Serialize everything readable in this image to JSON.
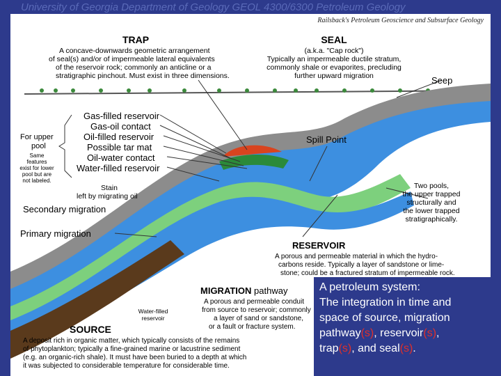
{
  "header": {
    "text": "University of Georgia Department of Geology GEOL 4300/6300 Petroleum Geology",
    "credit": "Railsback's Petroleum Geoscience and Subsurface Geology"
  },
  "labels": {
    "trap_title": "TRAP",
    "trap_desc_1": "A concave-downwards geometric arrangement",
    "trap_desc_2": "of seal(s) and/or of impermeable lateral equivalents",
    "trap_desc_3": "of the reservoir rock; commonly an anticline or a",
    "trap_desc_4": "stratigraphic pinchout. Must exist in three dimensions.",
    "seal_title": "SEAL",
    "seal_aka": "(a.k.a. \"Cap rock\")",
    "seal_desc_1": "Typically an impermeable ductile stratum,",
    "seal_desc_2": "commonly shale or evaporites, precluding",
    "seal_desc_3": "further upward migration",
    "seep": "Seep",
    "gas_filled": "Gas-filled reservoir",
    "gas_oil": "Gas-oil contact",
    "oil_filled": "Oil-filled reservoir",
    "tar_mat": "Possible tar mat",
    "oil_water": "Oil-water contact",
    "water_filled": "Water-filled reservoir",
    "upper_pool_1": "For upper",
    "upper_pool_2": "pool",
    "same_1": "Same",
    "same_2": "features",
    "same_3": "exist for lower",
    "same_4": "pool but are",
    "same_5": "not labeled.",
    "spill_point": "Spill Point",
    "stain_1": "Stain",
    "stain_2": "left by migrating oil",
    "secondary": "Secondary migration",
    "two_pools_1": "Two pools,",
    "two_pools_2": "the upper trapped",
    "two_pools_3": "structurally and",
    "two_pools_4": "the lower trapped",
    "two_pools_5": "stratigraphically.",
    "primary": "Primary migration",
    "reservoir_title": "RESERVOIR",
    "reservoir_desc_1": "A porous and permeable material in which the hydro-",
    "reservoir_desc_2": "carbons reside. Typically a layer of sandstone or lime-",
    "reservoir_desc_3": "stone; could be a fractured stratum of impermeable rock.",
    "migration_title": "MIGRATION",
    "migration_title_2": " pathway",
    "migration_desc_1": "A porous and permeable conduit",
    "migration_desc_2": "from source to reservoir; commonly",
    "migration_desc_3": "a layer of sand or sandstone,",
    "migration_desc_4": "or a fault or fracture system.",
    "water_res_1": "Water-filled",
    "water_res_2": "reservoir",
    "source_title": "SOURCE",
    "source_desc_1": "A deposit rich in organic matter, which typically consists of the remains",
    "source_desc_2": "of phytoplankton; typically a fine-grained marine or lacustrine sediment",
    "source_desc_3": "(e.g. an organic-rich shale). It must have been buried to a depth at which",
    "source_desc_4": "it was subjected to considerable temperature for considerable time."
  },
  "callout": {
    "line1": "A petroleum system:",
    "line2": "The integration in time and",
    "line3": "space of source, migration",
    "line4a": "pathway",
    "s": "(s)",
    "line4b": ", reservoir",
    "line5a": "trap",
    "line5b": ", and seal",
    "period": "."
  },
  "colors": {
    "background": "#2d3a8c",
    "gas": "#d9441f",
    "oil": "#2b8a3a",
    "water": "#3d8fe0",
    "seal": "#8c8c8c",
    "source": "#5a3a1c",
    "reservoir_stripe": "#7dd07d",
    "accent_red": "#e0302a"
  }
}
